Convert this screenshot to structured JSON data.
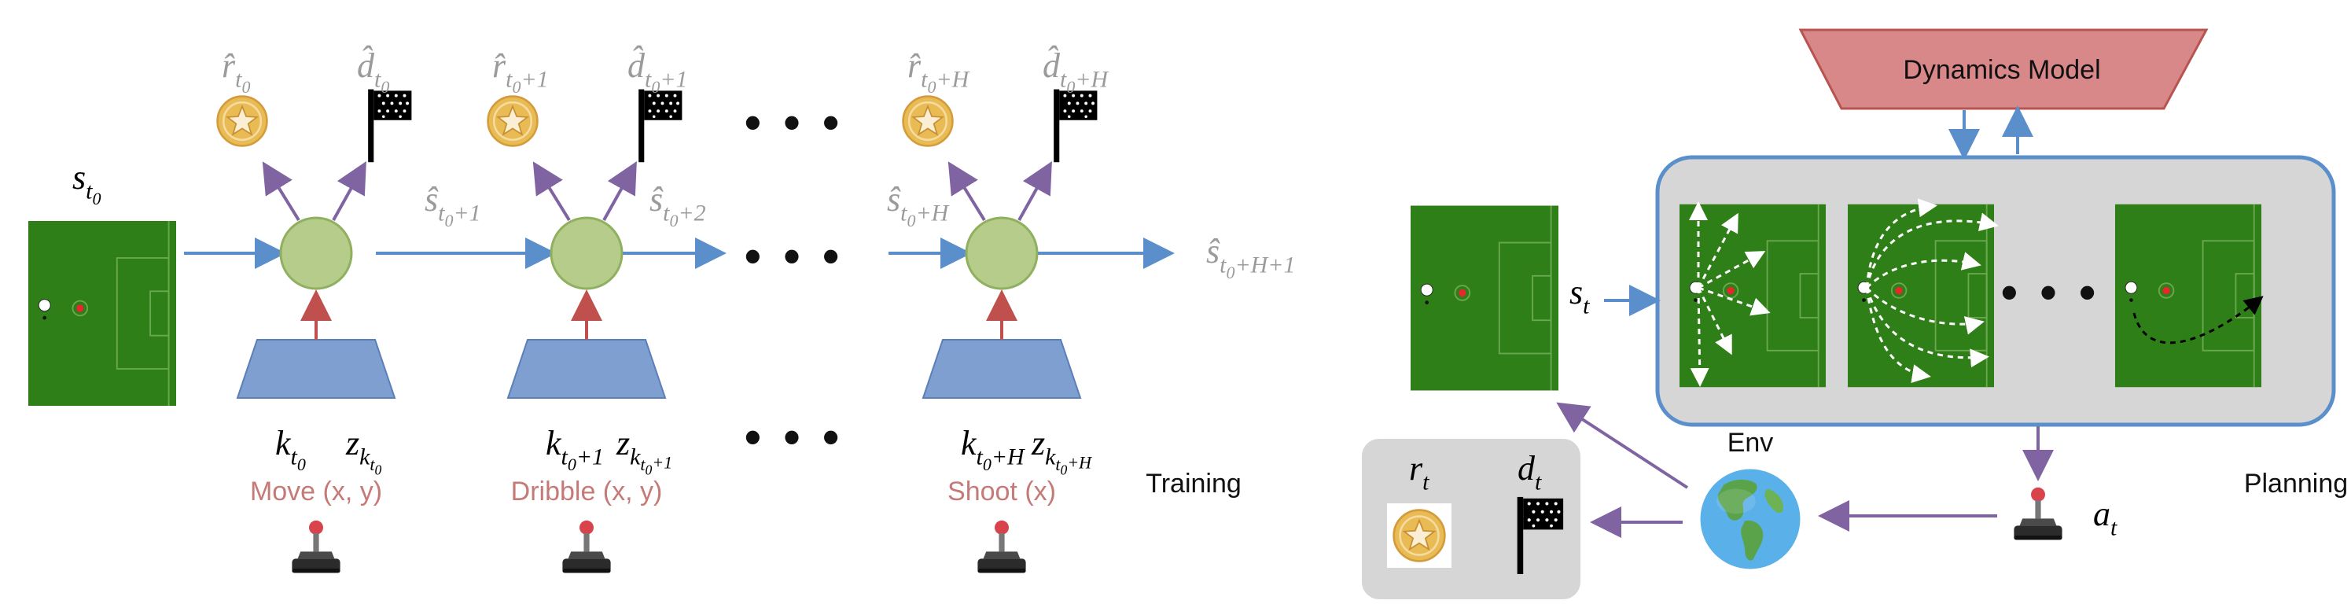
{
  "training": {
    "label": "Training",
    "state_in": {
      "base": "s",
      "sub": "t",
      "subsub": "0"
    },
    "steps": [
      {
        "k_base": "k",
        "k_sub": "t",
        "k_subsub": "0",
        "k_tail": "",
        "z_base": "z",
        "z_sub": "k",
        "z_subsub": "t",
        "z_subsubsub": "0",
        "z_tail": "",
        "action": "Move (x, y)",
        "r_base": "r̂",
        "r_sub": "t",
        "r_subsub": "0",
        "r_tail": "",
        "d_base": "d̂",
        "d_sub": "t",
        "d_subsub": "0",
        "d_tail": "",
        "s_out_base": "ŝ",
        "s_out_sub": "t",
        "s_out_subsub": "0",
        "s_out_tail": "+1"
      },
      {
        "k_base": "k",
        "k_sub": "t",
        "k_subsub": "0",
        "k_tail": "+1",
        "z_base": "z",
        "z_sub": "k",
        "z_subsub": "t",
        "z_subsubsub": "0",
        "z_tail": "+1",
        "action": "Dribble (x, y)",
        "r_base": "r̂",
        "r_sub": "t",
        "r_subsub": "0",
        "r_tail": "+1",
        "d_base": "d̂",
        "d_sub": "t",
        "d_subsub": "0",
        "d_tail": "+1",
        "s_out_base": "ŝ",
        "s_out_sub": "t",
        "s_out_subsub": "0",
        "s_out_tail": "+2"
      },
      {
        "k_base": "k",
        "k_sub": "t",
        "k_subsub": "0",
        "k_tail": "+H",
        "z_base": "z",
        "z_sub": "k",
        "z_subsub": "t",
        "z_subsubsub": "0",
        "z_tail": "+H",
        "action": "Shoot (x)",
        "r_base": "r̂",
        "r_sub": "t",
        "r_subsub": "0",
        "r_tail": "+H",
        "d_base": "d̂",
        "d_sub": "t",
        "d_subsub": "0",
        "d_tail": "+H",
        "s_out_base": "ŝ",
        "s_out_sub": "t",
        "s_out_subsub": "0",
        "s_out_tail": "+H+1"
      }
    ],
    "s_in_last": {
      "base": "ŝ",
      "sub": "t",
      "subsub": "0",
      "tail": "+H"
    },
    "ellipsis": "• • •"
  },
  "planning": {
    "label": "Planning",
    "dynamics_model": "Dynamics Model",
    "env": "Env",
    "state": {
      "base": "s",
      "sub": "t"
    },
    "action": {
      "base": "a",
      "sub": "t"
    },
    "reward": {
      "base": "r",
      "sub": "t"
    },
    "done": {
      "base": "d",
      "sub": "t"
    },
    "ellipsis": "• • •"
  },
  "colors": {
    "arrow_blue": "#5b8fcc",
    "arrow_red": "#c0504d",
    "arrow_purple": "#8064a2",
    "node_green": "#b5cc8a",
    "node_green_stroke": "#8fb05f",
    "encoder_blue": "#7f9fd0",
    "encoder_stroke": "#5b7fb8",
    "dynamics_fill": "#d9888a",
    "dynamics_stroke": "#b85450",
    "field_green": "#2f7f18",
    "panel_gray": "#d6d6d6",
    "coin_gold": "#e9bb55",
    "text_gray": "#9b9b9b",
    "action_red": "#c57a77"
  },
  "icons": [
    "reward-coin-icon",
    "done-flag-icon",
    "joystick-icon",
    "globe-icon",
    "soccer-field-icon"
  ]
}
